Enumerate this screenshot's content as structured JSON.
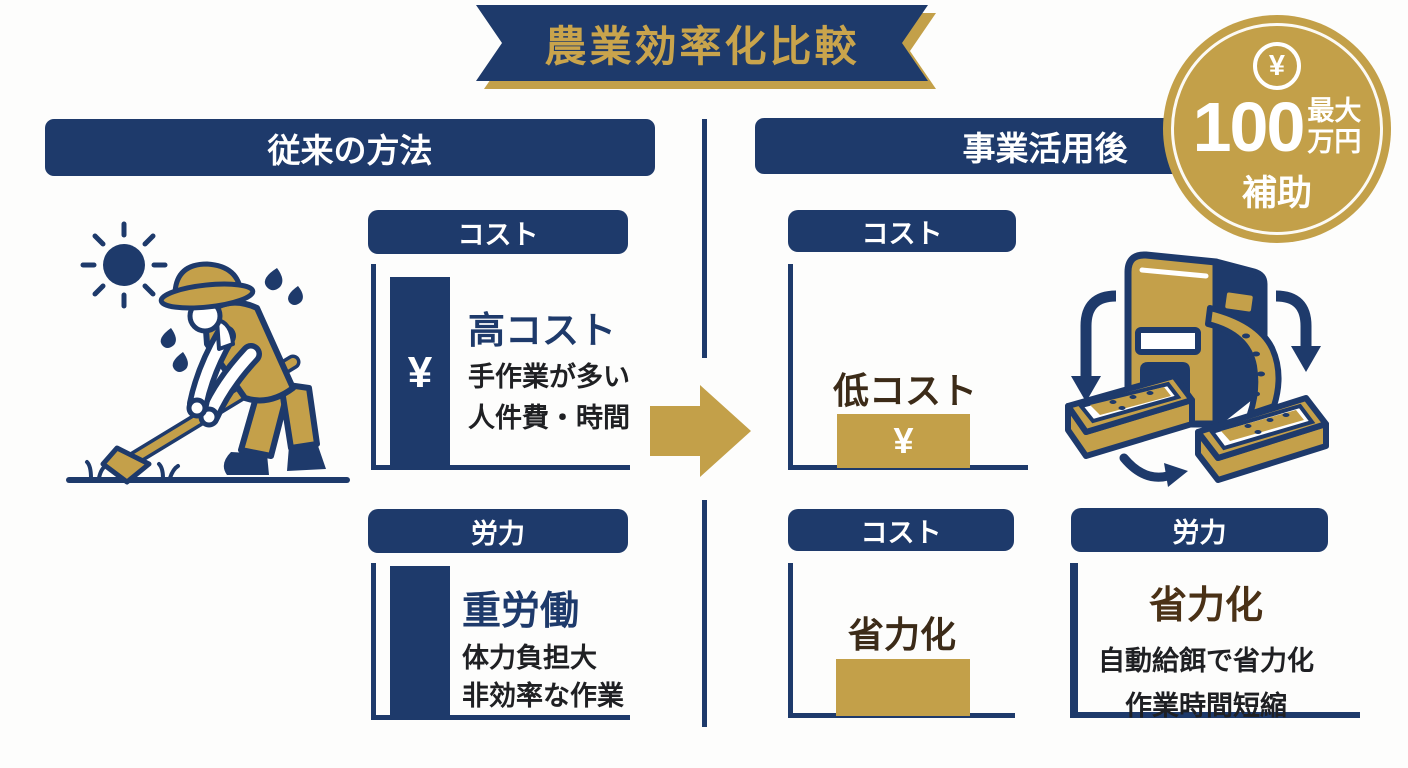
{
  "title": "農業効率化比較",
  "badge": {
    "yen": "¥",
    "amount": "100",
    "max": "最大",
    "unit": "万円",
    "subsidy": "補助"
  },
  "left": {
    "header": "従来の方法",
    "cost": {
      "chip": "コスト",
      "bar_symbol": "¥",
      "headline": "高コスト",
      "line1": "手作業が多い",
      "line2": "人件費・時間"
    },
    "labor": {
      "chip": "労力",
      "headline": "重労働",
      "line1": "体力負担大",
      "line2": "非効率な作業"
    }
  },
  "right": {
    "header": "事業活用後",
    "cost_top": {
      "chip": "コスト",
      "headline": "低コスト",
      "bar_symbol": "¥"
    },
    "cost_bottom": {
      "chip": "コスト",
      "headline": "省力化"
    },
    "labor": {
      "chip": "労力",
      "headline": "省力化",
      "line1": "自動給餌で省力化",
      "line2": "作業時間短縮"
    }
  },
  "colors": {
    "navy": "#1e3a6b",
    "gold": "#c3a049",
    "brown": "#3c2b18",
    "text_dark": "#1f2023",
    "white": "#ffffff"
  },
  "icons": {
    "farmer": "farmer-with-hoe-icon",
    "sun": "sun-icon",
    "feeder": "automatic-feeder-machine-icon",
    "arrow": "transition-arrow-icon"
  }
}
